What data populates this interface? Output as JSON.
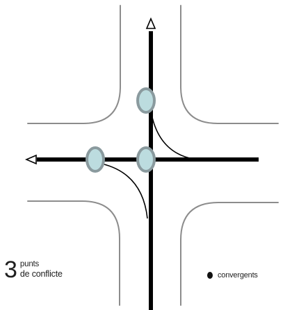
{
  "conflict_count": {
    "number": "3",
    "line1": "punts",
    "line2": "de conflicte"
  },
  "legend": {
    "label": "convergents"
  },
  "colors": {
    "conflict_point_fill": "#bcdcdf",
    "conflict_point_stroke": "#8a9a9e",
    "road_edge": "#8c8c8c",
    "path_line": "#000000"
  }
}
